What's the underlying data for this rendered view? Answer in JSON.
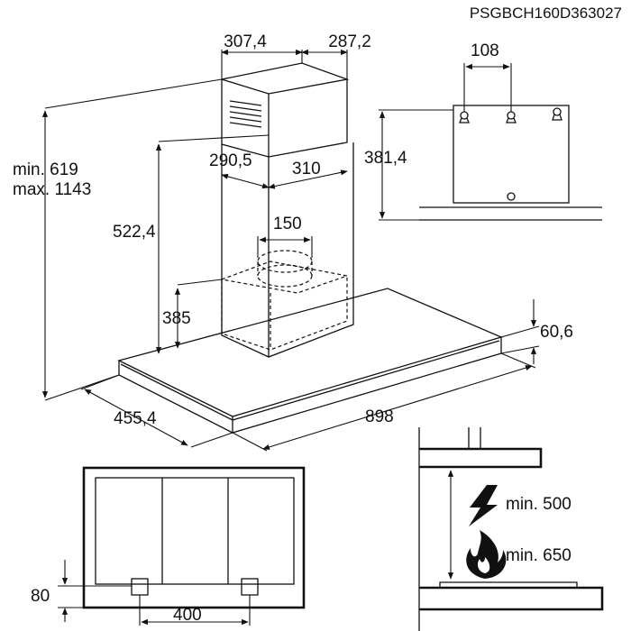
{
  "document_code": "PSGBCH160D363027",
  "dimensions": {
    "chimney_width": "307,4",
    "chimney_depth": "287,2",
    "height_range_min": "min. 619",
    "height_range_max": "max. 1143",
    "bracket_offset": "290,5",
    "chimney_inner": "310",
    "upper_height": "522,4",
    "outlet_diameter": "150",
    "lower_height": "385",
    "canopy_depth": "455,4",
    "canopy_width": "898",
    "canopy_thickness": "60,6",
    "bracket_spacing": "108",
    "bracket_height": "381,4",
    "hob_offset": "80",
    "hob_spacing": "400"
  },
  "clearances": {
    "electric_label": "min. 500",
    "gas_label": "min. 650",
    "electric_icon": "lightning-bolt-icon",
    "gas_icon": "flame-icon"
  }
}
